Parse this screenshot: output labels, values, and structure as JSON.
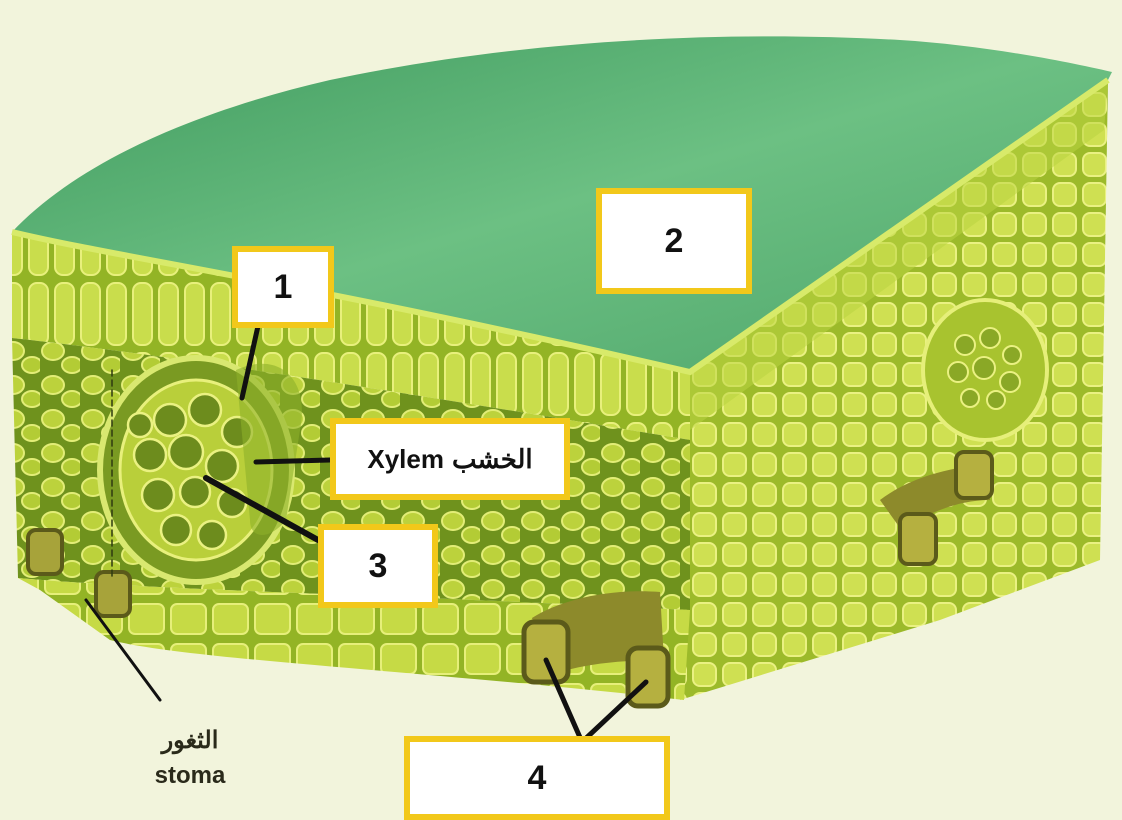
{
  "diagram": {
    "labels": {
      "n1": "1",
      "n2": "2",
      "n3": "3",
      "n4": "4",
      "xylem_en": "Xylem",
      "xylem_ar": "الخشب",
      "stoma_ar": "الثغور",
      "stoma_en": "stoma"
    },
    "colors": {
      "background": "#f2f4dc",
      "upper_surface": "#62b57a",
      "cells": "#b8cc2e",
      "cell_walls": "#e6ef7a",
      "label_border": "#f2c81a"
    }
  }
}
